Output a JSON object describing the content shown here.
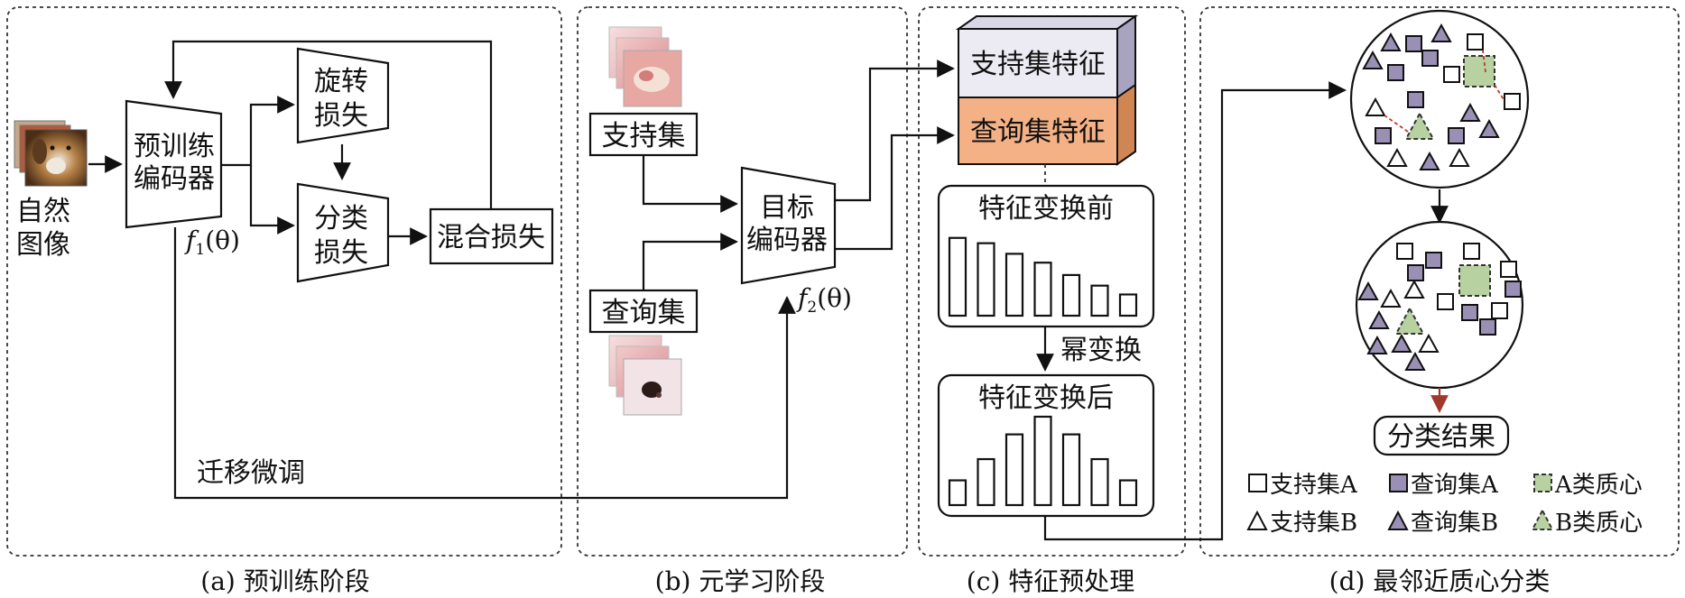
{
  "panels": {
    "a": {
      "caption": "(a) 预训练阶段",
      "natural_image_label_line1": "自然",
      "natural_image_label_line2": "图像",
      "pretrain_encoder_line1": "预训练",
      "pretrain_encoder_line2": "编码器",
      "rotation_loss_line1": "旋转",
      "rotation_loss_line2": "损失",
      "classification_loss_line1": "分类",
      "classification_loss_line2": "损失",
      "mixed_loss": "混合损失",
      "f1_symbol": "f",
      "f1_sub": "1",
      "f1_arg": "(θ)",
      "transfer_label": "迁移微调"
    },
    "b": {
      "caption": "(b) 元学习阶段",
      "support_set": "支持集",
      "query_set": "查询集",
      "target_encoder_line1": "目标",
      "target_encoder_line2": "编码器",
      "f2_symbol": "f",
      "f2_sub": "2",
      "f2_arg": "(θ)"
    },
    "c": {
      "caption": "(c) 特征预处理",
      "support_features": "支持集特征",
      "query_features": "查询集特征",
      "before_transform": "特征变换前",
      "power_transform": "幂变换",
      "after_transform": "特征变换后",
      "bars_before": [
        0.88,
        0.82,
        0.7,
        0.6,
        0.46,
        0.34,
        0.24
      ],
      "bars_after": [
        0.28,
        0.52,
        0.8,
        1.0,
        0.8,
        0.52,
        0.28
      ]
    },
    "d": {
      "caption": "(d) 最邻近质心分类",
      "result": "分类结果",
      "legend": {
        "support_a": "支持集A",
        "query_a": "查询集A",
        "centroid_a": "A类质心",
        "support_b": "支持集B",
        "query_b": "查询集B",
        "centroid_b": "B类质心"
      }
    }
  },
  "colors": {
    "support_feature_fill": "#ecebf4",
    "query_feature_fill": "#f4b185",
    "purple": "#9a8fb5",
    "green": "#b7d2a0",
    "red_arrow": "#a0392b"
  }
}
